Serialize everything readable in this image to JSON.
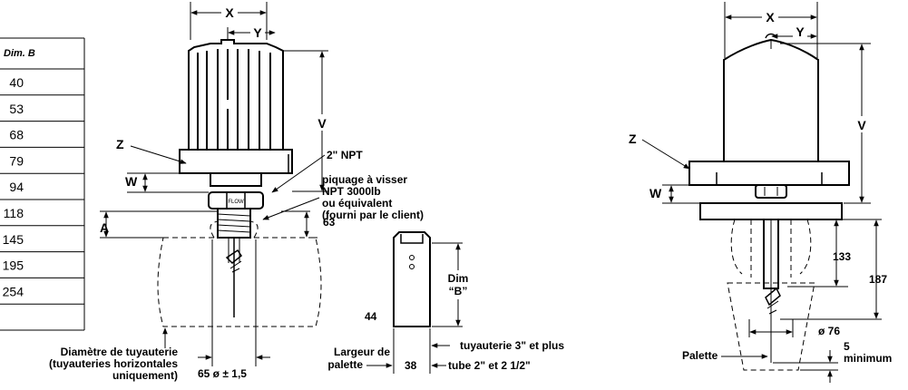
{
  "table": {
    "header": "Dim. B",
    "values": [
      "40",
      "53",
      "68",
      "79",
      "94",
      "118",
      "145",
      "195",
      "254",
      ""
    ]
  },
  "left_view": {
    "X": "X",
    "Y": "Y",
    "V": "V",
    "Z": "Z",
    "W": "W",
    "A": "A",
    "npt": "2\" NPT",
    "fitting_line1": "piquage à visser",
    "fitting_line2": "NPT 3000lb",
    "fitting_line3": "ou équivalent",
    "fitting_line4": "(fourni par le client)",
    "dim63": "63",
    "pipe_line1": "Diamètre de tuyauterie",
    "pipe_line2": "(tuyauteries horizontales",
    "pipe_line3": "uniquement)",
    "dim65": "65 ø  ± 1,5",
    "flow_label": "FLOW"
  },
  "paddle_view": {
    "dim_line1": "Dim",
    "dim_line2": "“B”",
    "dim44": "44",
    "largeur1": "Largeur de",
    "largeur2": "palette",
    "dim38": "38",
    "pipe3": "tuyauterie 3\" et plus",
    "pipe2": "tube 2\" et 2 1/2\""
  },
  "right_view": {
    "X": "X",
    "Y": "Y",
    "V": "V",
    "Z": "Z",
    "W": "W",
    "dim133": "133",
    "dim187": "187",
    "dim76": "ø 76",
    "dim5": "5",
    "minimum": "minimum",
    "palette": "Palette"
  }
}
